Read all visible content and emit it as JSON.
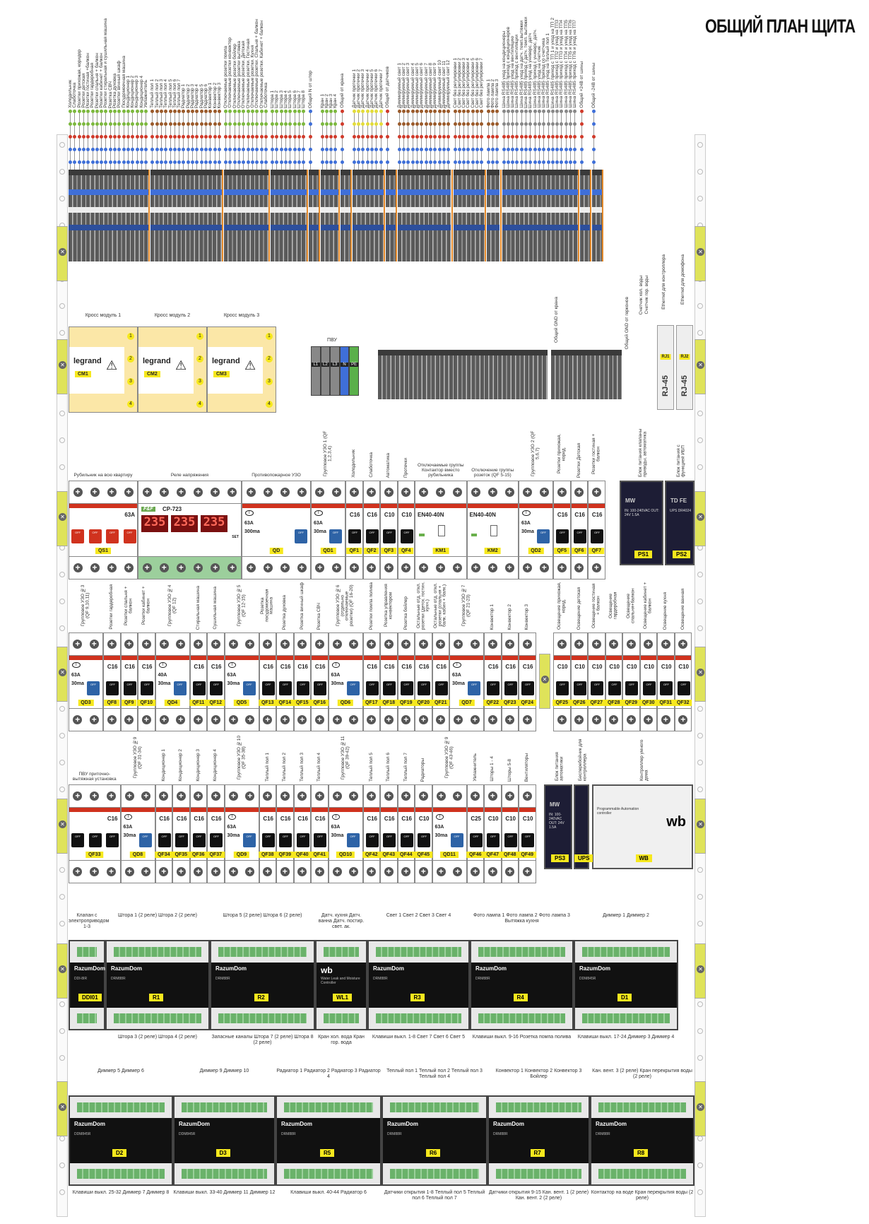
{
  "title": "ОБЩИЙ ПЛАН ЩИТА",
  "top_groups": [
    {
      "color": "#7cb83e",
      "labels": [
        "Холодильник",
        "Слаботочка",
        "Розетки прихожая, коридор",
        "Розетки детская",
        "Розетки гостиная +балкон",
        "Розетки гардеробная",
        "Розетки спальня + балкон",
        "Розетки кабинет + балкон",
        "Розетки стиральная и сушильная машина",
        "Розетка СВЧ",
        "Розетка духовка",
        "Розетки винный шкаф",
        "Посудомоечная машина",
        "Кондиционер 1",
        "Кондиционер 2",
        "Кондиционер 3",
        "Кондиционер 4",
        "Увлажнитель"
      ]
    },
    {
      "color": "#9a5a2a",
      "labels": [
        "Теплый пол 1",
        "Теплый пол 2",
        "Теплый пол 3",
        "Теплый пол 4",
        "Теплый пол 5",
        "Теплый пол 6",
        "Теплый пол 7",
        "Радиатор 1",
        "Радиатор 2",
        "Радиатор 3",
        "Радиатор 4",
        "Радиатор 5",
        "Радиатор 6",
        "Конвектор 1",
        "Конвектор 2",
        "Конвектор 3"
      ]
    },
    {
      "color": "#7cb83e",
      "labels": [
        "Отключаемые розетки помпа",
        "Отключаемые розетки конвектор",
        "Отключаемые розетки бойлер",
        "Отключаемые розетки вытяжка",
        "Отключаемые розетки. Детская",
        "Отключаемые розетки. Гостиная",
        "Отключаемые розетки. Кухня",
        "Отключаемые розетки. Спальня + балкон",
        "Отключаемые розетки. Кабинет + балкон",
        "Слаботочка"
      ]
    },
    {
      "color": "#7cb83e",
      "labels": [
        "Штора 1",
        "Штора 2",
        "Штора 3",
        "Штора 4",
        "Штора 5",
        "Штора 6",
        "Штора 7",
        "Штора 8"
      ]
    },
    {
      "color": "#3f6fd8",
      "labels": [
        "Общий N от штор"
      ]
    },
    {
      "color": "#7cb83e",
      "labels": [
        "Кран 1",
        "Кран 2",
        "Кран 3",
        "Кран 4"
      ]
    },
    {
      "color": "#d03a2a",
      "labels": [
        "Общий от крана"
      ]
    },
    {
      "color": "#e3dc3a",
      "labels": [
        "Датчик протечки 1",
        "Датчик протечки 2",
        "Датчик протечки 3",
        "Датчик протечки 4",
        "Датчик протечки 5",
        "Датчик протечки 6",
        "Датчик протечки 7"
      ]
    },
    {
      "color": "#d03a2a",
      "labels": [
        "Общий от датчиков"
      ]
    },
    {
      "color": "#9a5a2a",
      "labels": [
        "Диммируемый свет 1",
        "Диммируемый свет 2",
        "Диммируемый свет 3",
        "Диммируемый свет 4",
        "Диммируемый свет 5",
        "Диммируемый свет 6",
        "Диммируемый свет 7",
        "Диммируемый свет 8",
        "Диммируемый свет 9",
        "Диммируемый свет 10",
        "Диммируемый свет 11",
        "Диммируемый свет 12"
      ]
    },
    {
      "color": "#9a5a2a",
      "labels": [
        "Свет без регулировки 1",
        "Свет без регулировки 2",
        "Свет без регулировки 3",
        "Свет без регулировки 4",
        "Свет без регулировки 5",
        "Свет без регулировки 6",
        "Свет без регулировки 7"
      ]
    },
    {
      "color": "#9a5a2a",
      "labels": [
        "Фото лампа 1",
        "Фото лампа 2",
        "Фото лампа 3"
      ]
    },
    {
      "color": "#888888",
      "labels": [
        "Шина RS485 уход на кондиционеры",
        "Шина RS485 приход с кондиционеров",
        "Шина RS485 уход на вентиляцию",
        "Шина RS485 приход с вентиляции",
        "Шина RS485 уход на датч. темп.вытяжки",
        "Шина RS485 приход с датч. темп. вытяжки",
        "Шина RS485 уход на универс. датч",
        "Шина RS485 приход с универс. датч.",
        "Шина RS485 уход на счетчик",
        "Шина RS485 приход со счетчика",
        "Шина RS485 уход на Теплый пол 1",
        "Шина RS485 приход с ТП 1 и уход на ТП 2",
        "Шина RS485 приход с ТП2 и уход на ТП3",
        "Шина RS485 приход с ТП3 и уход на ТП4",
        "Шина RS485 приход с ТП4 и уход на ТП5",
        "Шина RS485 приход с ТП5 и уход на ТП6",
        "Шина RS485 приход с ТП6 и уход на ТП7"
      ]
    },
    {
      "color": "#d03a2a",
      "labels": [
        "Общий +24В от шины"
      ]
    },
    {
      "color": "#3f6fd8",
      "labels": [
        "Общий -24В от шины"
      ]
    }
  ],
  "row2": {
    "cross": [
      {
        "title": "Кросс модуль 1",
        "brand": "legrand",
        "tag": "CM1"
      },
      {
        "title": "Кросс модуль 2",
        "brand": "legrand",
        "tag": "CM2"
      },
      {
        "title": "Кросс модуль 3",
        "brand": "legrand",
        "tag": "CM3"
      }
    ],
    "cross_numbers": [
      "1",
      "2",
      "3",
      "4"
    ],
    "pe_title": "ПВУ",
    "pe_labels": [
      "L1",
      "L2",
      "L3",
      "N",
      "PE"
    ],
    "gnd_labels": [
      "Общий GND от крана",
      "Общий GND от герконов"
    ],
    "meter_labels": [
      "Счетчик хол. воды",
      "Счетчик гор. воды"
    ],
    "eth_labels": [
      "Ethernet для контроллера",
      "Ethernet для домофона"
    ],
    "rj": [
      {
        "tag": "RJ1",
        "label": "RJ-45"
      },
      {
        "tag": "RJ2",
        "label": "RJ-45"
      }
    ]
  },
  "breaker_rows": [
    [
      {
        "type": "qs",
        "poles": 4,
        "tag": "QS1",
        "rating": "63A",
        "caption": "Рубильник на всю квартиру"
      },
      {
        "type": "relay",
        "poles": 6,
        "tag": "",
        "brand": "F&F",
        "model": "CP-723",
        "display": "235",
        "set": "SET",
        "caption": "Реле напряжения"
      },
      {
        "type": "qd",
        "poles": 4,
        "tag": "QD",
        "rating": "63A",
        "sens": "300ma",
        "caption": "Противопожарное УЗО"
      },
      {
        "type": "qd",
        "poles": 2,
        "tag": "QD1",
        "rating": "63A",
        "sens": "30ma",
        "caption": "Групповое УЗО 1 (QF 1,2,3,4)"
      },
      {
        "type": "qf",
        "poles": 1,
        "tag": "QF1",
        "rating": "C16",
        "caption": "Холодильник"
      },
      {
        "type": "qf",
        "poles": 1,
        "tag": "QF2",
        "rating": "C16",
        "caption": "Слаботочка"
      },
      {
        "type": "qf",
        "poles": 1,
        "tag": "QF3",
        "rating": "C10",
        "caption": "Автоматика"
      },
      {
        "type": "qf",
        "poles": 1,
        "tag": "QF4",
        "rating": "C10",
        "caption": "Протечки"
      },
      {
        "type": "km",
        "poles": 3,
        "tag": "KM1",
        "rating": "EN40-40N",
        "caption": "Отключаемые группы Контактор вместо рубильника"
      },
      {
        "type": "km",
        "poles": 3,
        "tag": "KM2",
        "rating": "EN40-40N",
        "caption": "Отключение группы розеток (QF 5-15)"
      },
      {
        "type": "qd",
        "poles": 2,
        "tag": "QD2",
        "rating": "63A",
        "sens": "30ma",
        "caption": "Групповое УЗО 2 (QF 5,6,7)"
      },
      {
        "type": "qf",
        "poles": 1,
        "tag": "QF5",
        "rating": "C16",
        "caption": "Розетки прихожая, корид."
      },
      {
        "type": "qf",
        "poles": 1,
        "tag": "QF6",
        "rating": "C16",
        "caption": "Розетки Детская"
      },
      {
        "type": "qf",
        "poles": 1,
        "tag": "QF7",
        "rating": "C16",
        "caption": "Розетки гостиная + балкон"
      }
    ],
    [
      {
        "type": "qd",
        "poles": 2,
        "tag": "QD3",
        "rating": "63A",
        "sens": "30ma",
        "caption": "Групповое УЗО №3 (QF 9,10,11)"
      },
      {
        "type": "qf",
        "poles": 1,
        "tag": "QF8",
        "rating": "C16",
        "caption": "Розетки гардеробная"
      },
      {
        "type": "qf",
        "poles": 1,
        "tag": "QF9",
        "rating": "C16",
        "caption": "Розетки спальня + балкон"
      },
      {
        "type": "qf",
        "poles": 1,
        "tag": "QF10",
        "rating": "C16",
        "caption": "Розетки кабинет + балкон"
      },
      {
        "type": "qd",
        "poles": 2,
        "tag": "QD4",
        "rating": "40A",
        "sens": "30ma",
        "caption": "Групповое УЗО №4 (QF 12)"
      },
      {
        "type": "qf",
        "poles": 1,
        "tag": "QF11",
        "rating": "C16",
        "caption": "Стиральная машина"
      },
      {
        "type": "qf",
        "poles": 1,
        "tag": "QF12",
        "rating": "C16",
        "caption": "Сушильная машина"
      },
      {
        "type": "qd",
        "poles": 2,
        "tag": "QD5",
        "rating": "63A",
        "sens": "30ma",
        "caption": "Групповое УЗО №5 (QF 12-15)"
      },
      {
        "type": "qf",
        "poles": 1,
        "tag": "QF13",
        "rating": "C16",
        "caption": "Розетка посудомоечная машина"
      },
      {
        "type": "qf",
        "poles": 1,
        "tag": "QF14",
        "rating": "C16",
        "caption": "Розетка духовка"
      },
      {
        "type": "qf",
        "poles": 1,
        "tag": "QF15",
        "rating": "C16",
        "caption": "Розетка винный шкаф"
      },
      {
        "type": "qf",
        "poles": 1,
        "tag": "QF16",
        "rating": "C16",
        "caption": "Розетка СВЧ"
      },
      {
        "type": "qd",
        "poles": 2,
        "tag": "QD6",
        "rating": "63A",
        "sens": "30ma",
        "caption": "Групповое УЗО №6 (отдельно отключаемые розетки) (QF 16-20)"
      },
      {
        "type": "qf",
        "poles": 1,
        "tag": "QF17",
        "rating": "C16",
        "caption": "Розетки помпа полива"
      },
      {
        "type": "qf",
        "poles": 1,
        "tag": "QF18",
        "rating": "C16",
        "caption": "Розетка управления конвектором"
      },
      {
        "type": "qf",
        "poles": 1,
        "tag": "QF19",
        "rating": "C16",
        "caption": "Розетка бойлер"
      },
      {
        "type": "qf",
        "poles": 1,
        "tag": "QF20",
        "rating": "C16",
        "caption": "Остальные отд. откл. розетки (детск. гостин. кухн.)"
      },
      {
        "type": "qf",
        "poles": 1,
        "tag": "QF21",
        "rating": "C16",
        "caption": "Остальные отд. откл. розетки (спальня + балк. кабин + балк.)"
      },
      {
        "type": "qd",
        "poles": 2,
        "tag": "QD7",
        "rating": "63A",
        "sens": "30ma",
        "caption": "Групповое УЗО №7 (QF 21-23)"
      },
      {
        "type": "qf",
        "poles": 1,
        "tag": "QF22",
        "rating": "C16",
        "caption": "Конвектор 1"
      },
      {
        "type": "qf",
        "poles": 1,
        "tag": "QF23",
        "rating": "C16",
        "caption": "Конвектор 2"
      },
      {
        "type": "qf",
        "poles": 1,
        "tag": "QF24",
        "rating": "C16",
        "caption": "Конвектор 3"
      },
      {
        "type": "gap",
        "poles": 1,
        "caption": ""
      },
      {
        "type": "qf",
        "poles": 1,
        "tag": "QF25",
        "rating": "C10",
        "caption": "Освещение прихожая, корид."
      },
      {
        "type": "qf",
        "poles": 1,
        "tag": "QF26",
        "rating": "C10",
        "caption": "Освещение детская"
      },
      {
        "type": "qf",
        "poles": 1,
        "tag": "QF27",
        "rating": "C10",
        "caption": "Освещение гостиная + балкон"
      },
      {
        "type": "qf",
        "poles": 1,
        "tag": "QF28",
        "rating": "C10",
        "caption": "Освещение гардеробная"
      },
      {
        "type": "qf",
        "poles": 1,
        "tag": "QF29",
        "rating": "C10",
        "caption": "Освещение спальня+балкон"
      },
      {
        "type": "qf",
        "poles": 1,
        "tag": "QF30",
        "rating": "C10",
        "caption": "Освещение кабинет + балкон"
      },
      {
        "type": "qf",
        "poles": 1,
        "tag": "QF31",
        "rating": "C10",
        "caption": "Освещение кухня"
      },
      {
        "type": "qf",
        "poles": 1,
        "tag": "QF32",
        "rating": "C10",
        "caption": "Освещение ванная"
      }
    ],
    [
      {
        "type": "qf",
        "poles": 3,
        "tag": "QF33",
        "rating": "C16",
        "caption": "ПВУ приточно-вытяжная установка"
      },
      {
        "type": "qd",
        "poles": 2,
        "tag": "QD8",
        "rating": "63A",
        "sens": "30ma",
        "caption": "Групповое УЗО №9 (QF 31-34)"
      },
      {
        "type": "qf",
        "poles": 1,
        "tag": "QF34",
        "rating": "C16",
        "caption": "Кондиционер 1"
      },
      {
        "type": "qf",
        "poles": 1,
        "tag": "QF35",
        "rating": "C16",
        "caption": "Кондиционер 2"
      },
      {
        "type": "qf",
        "poles": 1,
        "tag": "QF36",
        "rating": "C16",
        "caption": "Кондиционер 3"
      },
      {
        "type": "qf",
        "poles": 1,
        "tag": "QF37",
        "rating": "C16",
        "caption": "Кондиционер 4"
      },
      {
        "type": "qd",
        "poles": 2,
        "tag": "QD9",
        "rating": "63A",
        "sens": "30ma",
        "caption": "Групповое УЗО №10 (QF 35-38)"
      },
      {
        "type": "qf",
        "poles": 1,
        "tag": "QF38",
        "rating": "C16",
        "caption": "Теплый пол 1"
      },
      {
        "type": "qf",
        "poles": 1,
        "tag": "QF39",
        "rating": "C16",
        "caption": "Теплый пол 2"
      },
      {
        "type": "qf",
        "poles": 1,
        "tag": "QF40",
        "rating": "C16",
        "caption": "Теплый пол 3"
      },
      {
        "type": "qf",
        "poles": 1,
        "tag": "QF41",
        "rating": "C16",
        "caption": "Теплый пол 4"
      },
      {
        "type": "qd",
        "poles": 2,
        "tag": "QD10",
        "rating": "63A",
        "sens": "30ma",
        "caption": "Групповое УЗО №11 (QF 39-42)"
      },
      {
        "type": "qf",
        "poles": 1,
        "tag": "QF42",
        "rating": "C16",
        "caption": "Теплый пол 5"
      },
      {
        "type": "qf",
        "poles": 1,
        "tag": "QF43",
        "rating": "C16",
        "caption": "Теплый пол 6"
      },
      {
        "type": "qf",
        "poles": 1,
        "tag": "QF44",
        "rating": "C16",
        "caption": "Теплый пол 7"
      },
      {
        "type": "qf",
        "poles": 1,
        "tag": "QF45",
        "rating": "C10",
        "caption": "Радиаторы"
      },
      {
        "type": "qd",
        "poles": 2,
        "tag": "QD11",
        "rating": "63A",
        "sens": "30ma",
        "caption": "Групповое УЗО №9 (QF 43-46)"
      },
      {
        "type": "qf",
        "poles": 1,
        "tag": "QF46",
        "rating": "C25",
        "caption": "Увлажнитель"
      },
      {
        "type": "qf",
        "poles": 1,
        "tag": "QF47",
        "rating": "C10",
        "caption": "Шторы 1 - 4"
      },
      {
        "type": "qf",
        "poles": 1,
        "tag": "QF48",
        "rating": "C10",
        "caption": "Шторы 5-8"
      },
      {
        "type": "qf",
        "poles": 1,
        "tag": "QF49",
        "rating": "C10",
        "caption": "Вентиляторы"
      }
    ]
  ],
  "power": [
    {
      "tag": "PS1",
      "brand": "MW",
      "spec": "IN: 100-240VAC OUT: 24V 1.5A",
      "caption": "Блок питания клапаны приводы, автоматика"
    },
    {
      "tag": "PS2",
      "brand": "TD FE",
      "spec": "UPS DR4024",
      "caption": "Блок питания с функцией ИБП"
    },
    {
      "tag": "PS3",
      "brand": "MW",
      "spec": "IN: 100-240VAC OUT: 24V 1.5A",
      "caption": "Блок питания автоматики"
    },
    {
      "tag": "UPS",
      "brand": "",
      "spec": "",
      "caption": "Бесперебойник для контроллера"
    },
    {
      "tag": "WB",
      "brand": "wb",
      "spec": "Programmable Automation controller",
      "caption": "Контроллер умного дома"
    }
  ],
  "row6": [
    {
      "tag": "DDI01",
      "brand": "RazumDom",
      "model": "DDI-8IR",
      "top": "Клапан с электроприводом 1-3",
      "bottom": ""
    },
    {
      "tag": "R1",
      "brand": "RazumDom",
      "model": "DRM88R",
      "top": "Штора 1 (2 реле)   Штора 2 (2 реле)",
      "bottom": "Штора 3 (2 реле)   Штора 4 (2 реле)"
    },
    {
      "tag": "R2",
      "brand": "RazumDom",
      "model": "DRM88R",
      "top": "Штора 5 (2 реле)   Штора 6 (2 реле)",
      "bottom": "Запасные каналы   Штора 7 (2 реле)   Штора 8 (2 реле)"
    },
    {
      "tag": "WL1",
      "brand": "wb",
      "model": "Water Leak and Moisture Controller",
      "top": "Датч. кухня  Датч. ванна  Датч. постир. свет. ак.",
      "bottom": "Кран хол. вода  Кран гор. вода"
    },
    {
      "tag": "R3",
      "brand": "RazumDom",
      "model": "DRM88R",
      "top": "Свет 1   Свет 2   Свет 3   Свет 4",
      "bottom": "Клавиши выкл. 1-8   Свет 7   Свет 6   Свет 5"
    },
    {
      "tag": "R4",
      "brand": "RazumDom",
      "model": "DRM88R",
      "top": "Фото лампа 1  Фото лампа 2  Фото лампа 3  Вытяжка кухня",
      "bottom": "Клавиши выкл. 9-16   Розетка помпа полива"
    },
    {
      "tag": "D1",
      "brand": "RazumDom",
      "model": "DDM845R",
      "top": "Диммер 1   Диммер 2",
      "bottom": "Клавиши выкл. 17-24   Диммер 3   Диммер 4"
    }
  ],
  "row7": [
    {
      "tag": "D2",
      "brand": "RazumDom",
      "model": "DDM845R",
      "top": "Диммер 5   Диммер 6",
      "bottom": "Клавиши выкл. 25-32   Диммер 7   Диммер 8"
    },
    {
      "tag": "D3",
      "brand": "RazumDom",
      "model": "DDM845R",
      "top": "Диммер 9   Диммер 10",
      "bottom": "Клавиши выкл. 33-40   Диммер 11   Диммер 12"
    },
    {
      "tag": "R5",
      "brand": "RazumDom",
      "model": "DRM88R",
      "top": "Радиатор 1  Радиатор 2  Радиатор 3  Радиатор 4",
      "bottom": "Клавиши выкл. 40-44   Радиатор 6"
    },
    {
      "tag": "R6",
      "brand": "RazumDom",
      "model": "DRM88R",
      "top": "Теплый пол 1  Теплый пол 2  Теплый пол 3  Теплый пол 4",
      "bottom": "Датчики открытия 1-8   Теплый пол 5  Теплый пол 6  Теплый пол 7"
    },
    {
      "tag": "R7",
      "brand": "RazumDom",
      "model": "DRM88R",
      "top": "Конвектор 1  Конвектор 2  Конвектор 3  Бойлер",
      "bottom": "Датчики открытия 9-15   Кан. вент. 1 (2 реле)   Кан. вент. 2 (2 реле)"
    },
    {
      "tag": "R8",
      "brand": "RazumDom",
      "model": "DRM88R",
      "top": "Кан. вент. 3 (2 реле)   Кран перекрытия воды (2 реле)",
      "bottom": "Контактор на воде   Кран перекрытия воды (2 реле)"
    }
  ]
}
